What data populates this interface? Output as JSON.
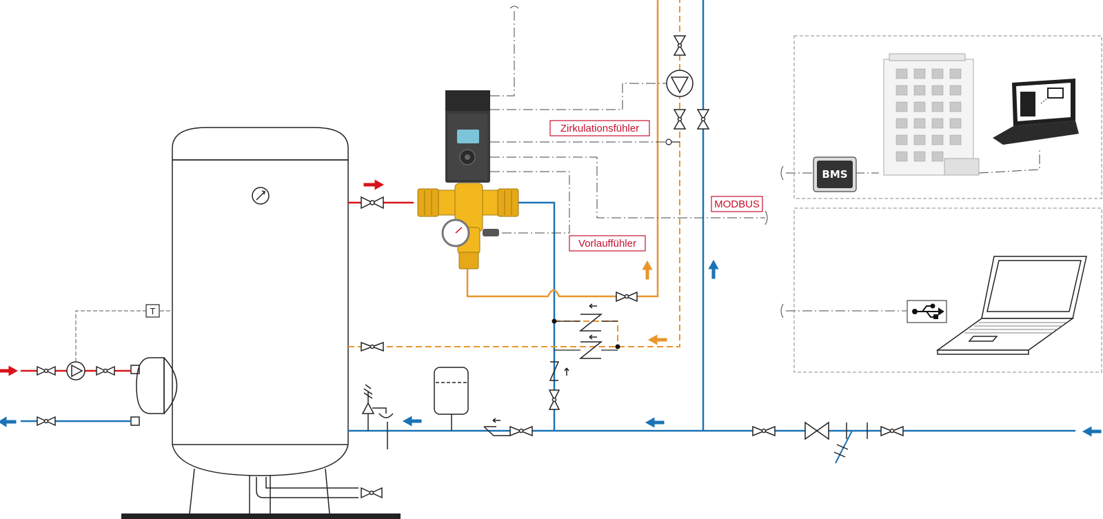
{
  "labels": {
    "circulation_sensor": "Zirkulationsfühler",
    "flow_sensor": "Vorlauffühler",
    "modbus": "MODBUS",
    "bms": "BMS",
    "temp_sensor_symbol": "T"
  },
  "colors": {
    "hot": "#d7141a",
    "cold": "#1a73b5",
    "circulation": "#e8962b",
    "line": "#222222",
    "label_text": "#c8102e",
    "valve_body": "#f2b81e",
    "controller": "#3a3a3a"
  },
  "icons": [
    "usb-icon",
    "thermometer-gauge-icon",
    "circulation-pump-icon",
    "check-valve-icon",
    "safety-valve-icon",
    "expansion-vessel-icon",
    "laptop-icon",
    "building-icon",
    "pressure-gauge-icon"
  ]
}
